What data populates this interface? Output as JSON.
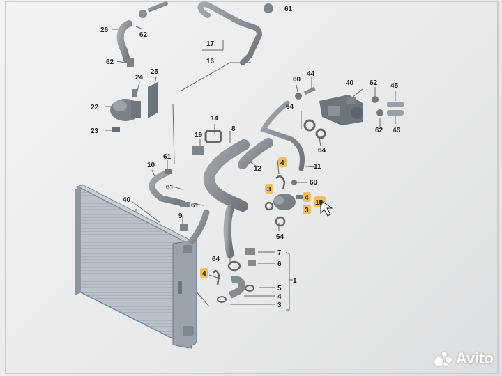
{
  "diagram": {
    "labels": {
      "l1": "1",
      "l3a": "3",
      "l3b": "3",
      "l3c": "3",
      "l4a": "4",
      "l4b": "4",
      "l4c": "4",
      "l4d": "4",
      "l5": "5",
      "l6": "6",
      "l7": "7",
      "l8": "8",
      "l9": "9",
      "l10": "10",
      "l11": "11",
      "l12": "12",
      "l14": "14",
      "l15": "15",
      "l16": "16",
      "l17": "17",
      "l19": "19",
      "l22": "22",
      "l23": "23",
      "l24": "24",
      "l25": "25",
      "l26": "26",
      "l40a": "40",
      "l40b": "40",
      "l44": "44",
      "l45": "45",
      "l46": "46",
      "l60a": "60",
      "l60b": "60",
      "l61a": "61",
      "l61b": "61",
      "l61c": "61",
      "l61d": "61",
      "l62a": "62",
      "l62b": "62",
      "l62c": "62",
      "l62d": "62",
      "l64a": "64",
      "l64b": "64",
      "l64c": "64",
      "l64d": "64"
    }
  },
  "watermark": {
    "text": "Avito"
  },
  "colors": {
    "highlight": "#f0b64a",
    "part_gray": "#8b9096",
    "line": "#555"
  }
}
